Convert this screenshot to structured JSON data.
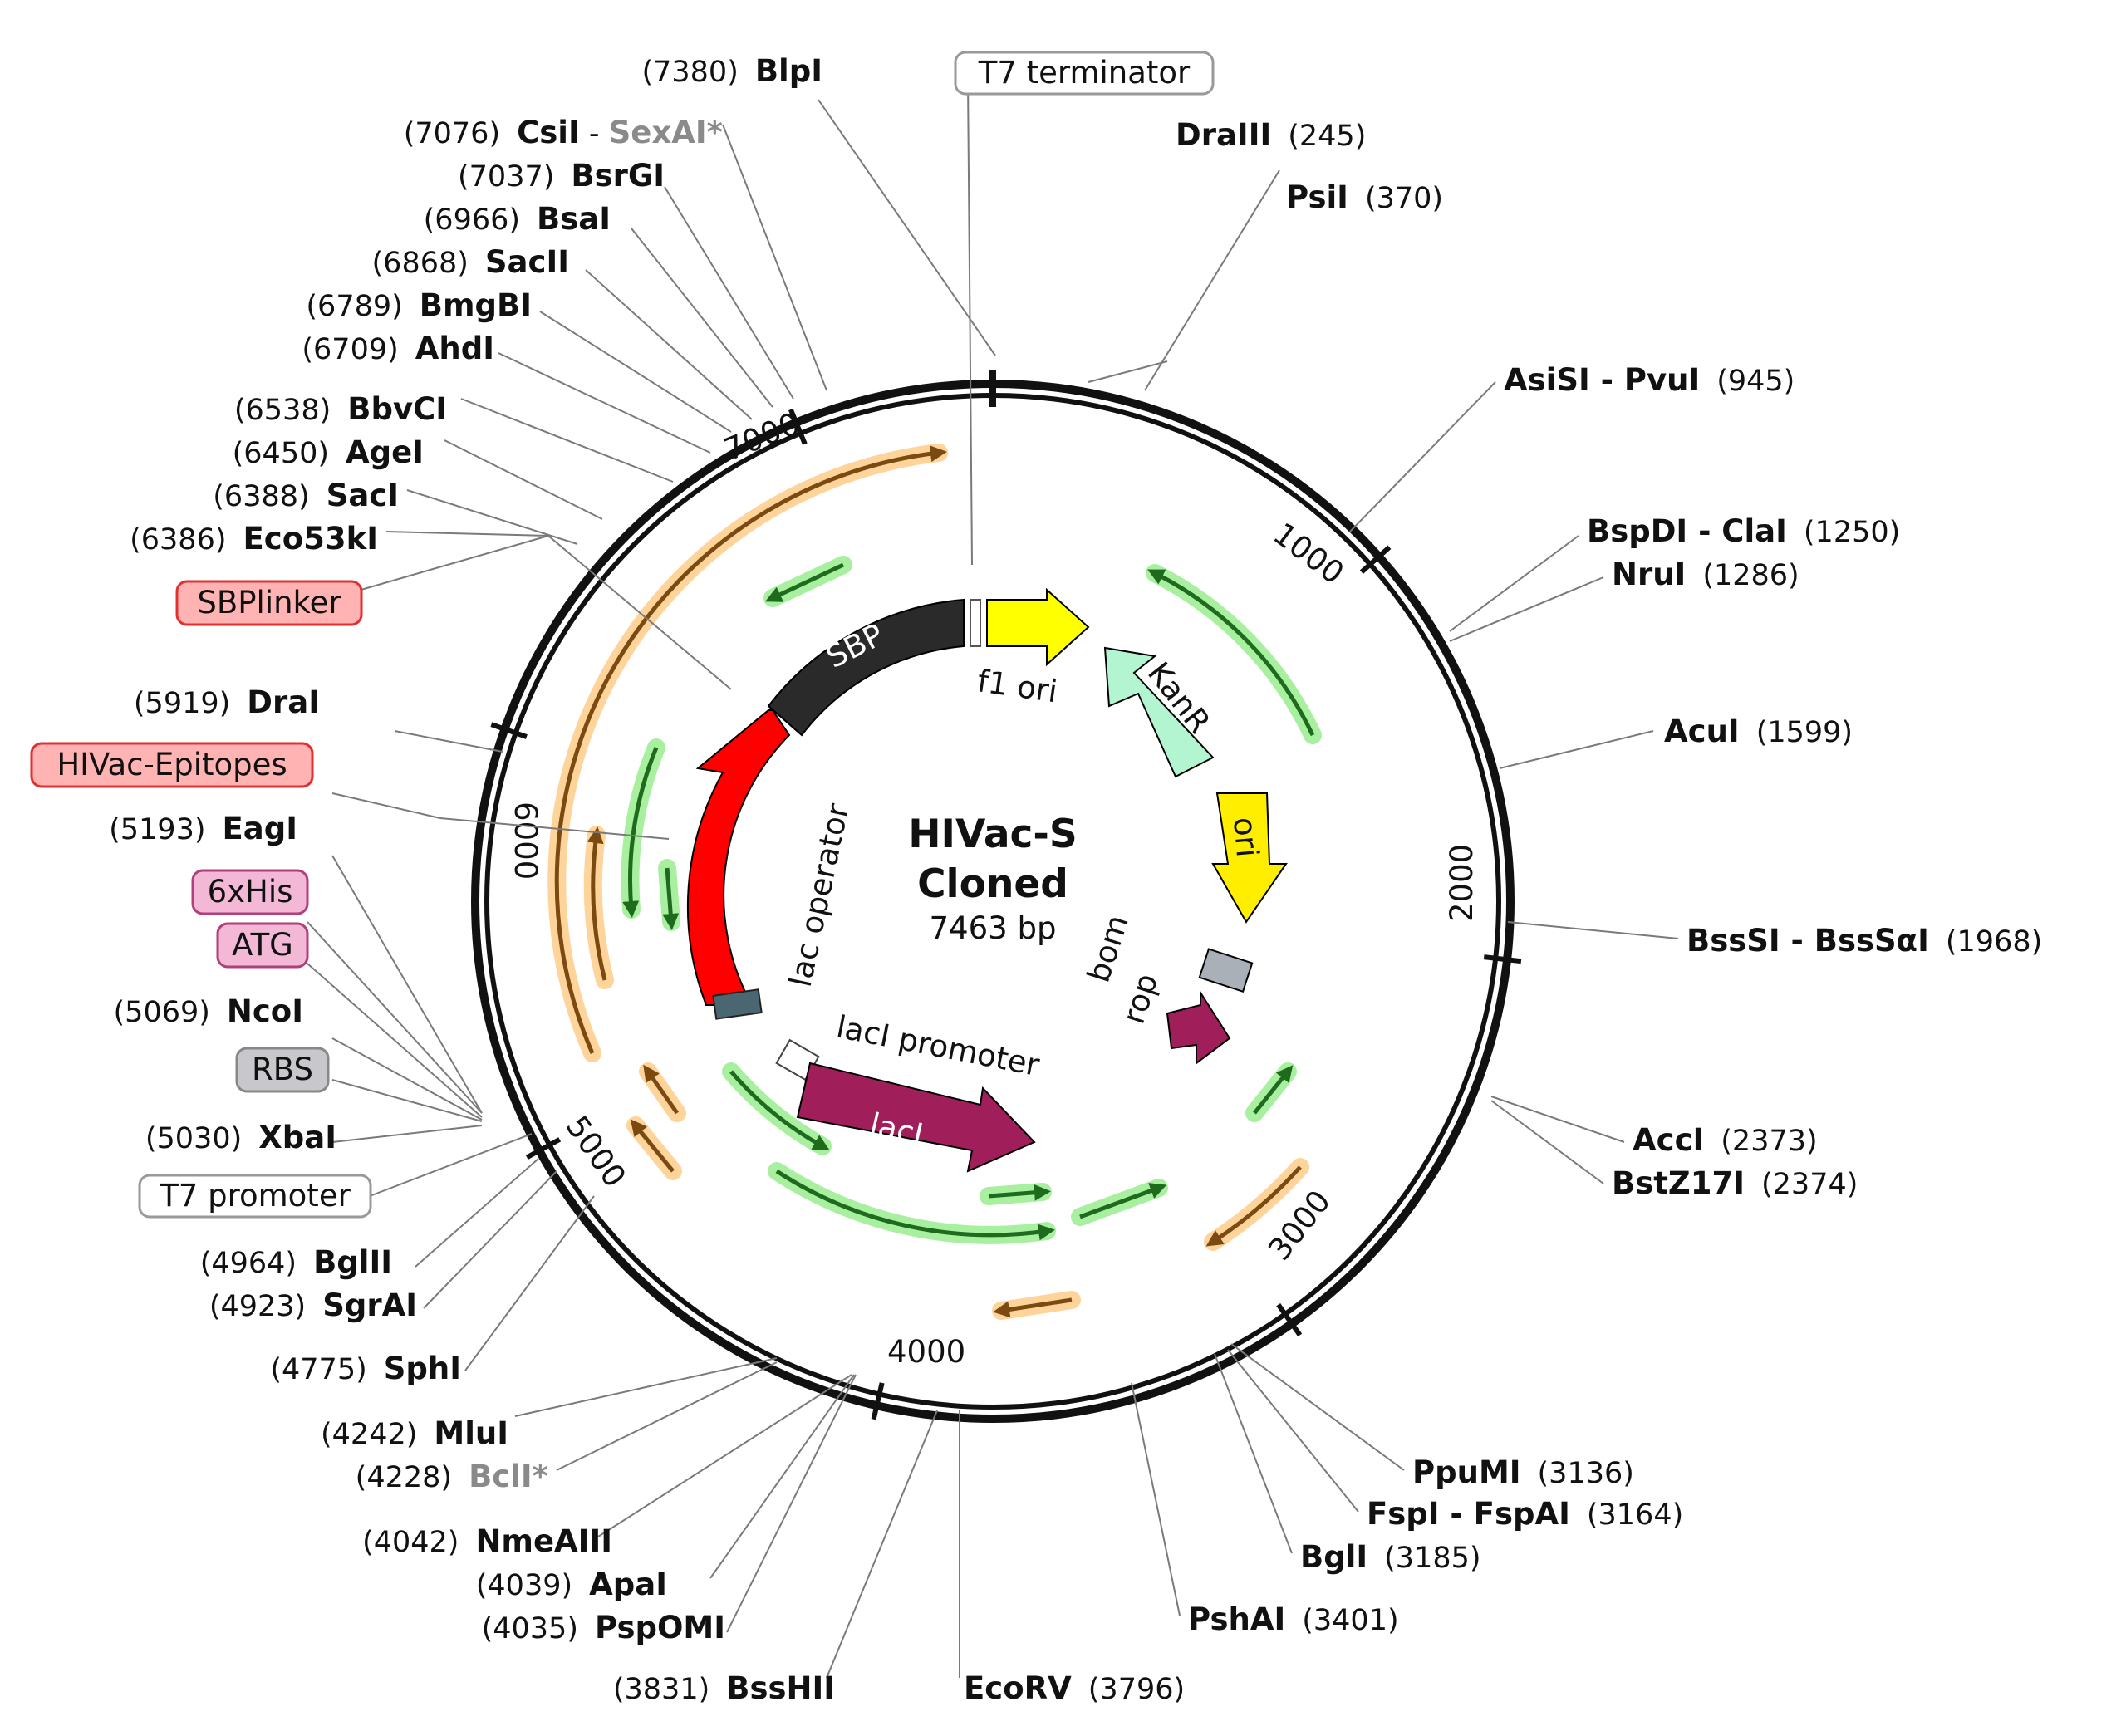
{
  "plasmid": {
    "name_line1": "HIVac-S",
    "name_line2": "Cloned",
    "size": "7463 bp",
    "total_bp": 7463
  },
  "ticks": [
    {
      "bp": 1000,
      "label": "1000"
    },
    {
      "bp": 2000,
      "label": "2000"
    },
    {
      "bp": 3000,
      "label": "3000"
    },
    {
      "bp": 4000,
      "label": "4000"
    },
    {
      "bp": 5000,
      "label": "5000"
    },
    {
      "bp": 6000,
      "label": "6000"
    },
    {
      "bp": 7000,
      "label": "7000"
    }
  ],
  "enzymes": [
    {
      "name": "BlpI",
      "position": "(7380)",
      "bp": 7380,
      "side": "left"
    },
    {
      "name": "CsiI",
      "extra": " - ",
      "name2": "SexAI*",
      "position": "(7076)",
      "bp": 7076,
      "side": "left"
    },
    {
      "name": "BsrGI",
      "position": "(7037)",
      "bp": 7037,
      "side": "left"
    },
    {
      "name": "BsaI",
      "position": "(6966)",
      "bp": 6966,
      "side": "left"
    },
    {
      "name": "SacII",
      "position": "(6868)",
      "bp": 6868,
      "side": "left"
    },
    {
      "name": "BmgBI",
      "position": "(6789)",
      "bp": 6789,
      "side": "left"
    },
    {
      "name": "AhdI",
      "position": "(6709)",
      "bp": 6709,
      "side": "left"
    },
    {
      "name": "BbvCI",
      "position": "(6538)",
      "bp": 6538,
      "side": "left"
    },
    {
      "name": "AgeI",
      "position": "(6450)",
      "bp": 6450,
      "side": "left"
    },
    {
      "name": "SacI",
      "position": "(6388)",
      "bp": 6388,
      "side": "left"
    },
    {
      "name": "Eco53kI",
      "position": "(6386)",
      "bp": 6386,
      "side": "left"
    },
    {
      "name": "DraI",
      "position": "(5919)",
      "bp": 5919,
      "side": "left"
    },
    {
      "name": "EagI",
      "position": "(5193)",
      "bp": 5193,
      "side": "left"
    },
    {
      "name": "NcoI",
      "position": "(5069)",
      "bp": 5069,
      "side": "left"
    },
    {
      "name": "XbaI",
      "position": "(5030)",
      "bp": 5030,
      "side": "left"
    },
    {
      "name": "BglII",
      "position": "(4964)",
      "bp": 4964,
      "side": "left"
    },
    {
      "name": "SgrAI",
      "position": "(4923)",
      "bp": 4923,
      "side": "left"
    },
    {
      "name": "SphI",
      "position": "(4775)",
      "bp": 4775,
      "side": "left"
    },
    {
      "name": "MluI",
      "position": "(4242)",
      "bp": 4242,
      "side": "left"
    },
    {
      "name": "BclI*",
      "position": "(4228)",
      "bp": 4228,
      "side": "left",
      "gray": true
    },
    {
      "name": "NmeAIII",
      "position": "(4042)",
      "bp": 4042,
      "side": "left"
    },
    {
      "name": "ApaI",
      "position": "(4039)",
      "bp": 4039,
      "side": "left"
    },
    {
      "name": "PspOMI",
      "position": "(4035)",
      "bp": 4035,
      "side": "left"
    },
    {
      "name": "BssHII",
      "position": "(3831)",
      "bp": 3831,
      "side": "left"
    },
    {
      "name": "DraIII",
      "position": "(245)",
      "bp": 245,
      "side": "right"
    },
    {
      "name": "PsiI",
      "position": "(370)",
      "bp": 370,
      "side": "right"
    },
    {
      "name": "AsiSI - PvuI",
      "position": "(945)",
      "bp": 945,
      "side": "right"
    },
    {
      "name": "BspDI - ClaI",
      "position": "(1250)",
      "bp": 1250,
      "side": "right"
    },
    {
      "name": "NruI",
      "position": "(1286)",
      "bp": 1286,
      "side": "right"
    },
    {
      "name": "AcuI",
      "position": "(1599)",
      "bp": 1599,
      "side": "right"
    },
    {
      "name": "BssSI - BssSαI",
      "position": "(1968)",
      "bp": 1968,
      "side": "right"
    },
    {
      "name": "AccI",
      "position": "(2373)",
      "bp": 2373,
      "side": "right"
    },
    {
      "name": "BstZ17I",
      "position": "(2374)",
      "bp": 2374,
      "side": "right"
    },
    {
      "name": "PpuMI",
      "position": "(3136)",
      "bp": 3136,
      "side": "right"
    },
    {
      "name": "FspI - FspAI",
      "position": "(3164)",
      "bp": 3164,
      "side": "right"
    },
    {
      "name": "BglI",
      "position": "(3185)",
      "bp": 3185,
      "side": "right"
    },
    {
      "name": "PshAI",
      "position": "(3401)",
      "bp": 3401,
      "side": "right"
    },
    {
      "name": "EcoRV",
      "position": "(3796)",
      "bp": 3796,
      "side": "right"
    }
  ],
  "boxed_features": [
    {
      "label": "T7 terminator",
      "color": "#ffffff",
      "border": "#999999"
    },
    {
      "label": "SBPlinker",
      "color": "#ffb3b3",
      "border": "#e03030"
    },
    {
      "label": "HIVac-Epitopes",
      "color": "#ffb3b3",
      "border": "#e03030"
    },
    {
      "label": "6xHis",
      "color": "#f2b8d6",
      "border": "#b0407a"
    },
    {
      "label": "ATG",
      "color": "#f2b8d6",
      "border": "#b0407a"
    },
    {
      "label": "RBS",
      "color": "#c8c8cc",
      "border": "#888888"
    },
    {
      "label": "T7 promoter",
      "color": "#ffffff",
      "border": "#999999"
    }
  ],
  "features": {
    "sbp": "SBP",
    "f1_ori": "f1 ori",
    "kanr": "KanR",
    "ori": "ori",
    "lac_operator": "lac operator",
    "laci_promoter": "lacI promoter",
    "laci": "lacI",
    "bom": "bom",
    "rop": "rop"
  },
  "colors": {
    "sbp": "#2a2a2a",
    "f1_ori": "#ffff00",
    "kanr": "#b3f5d0",
    "ori": "#ffee00",
    "hivac": "#ff0000",
    "laci": "#a01f5a",
    "rop": "#a01f5a",
    "bom": "#a9b0b8",
    "orf_green": "#1e6b1e",
    "orf_glow_green": "#a8f0a0",
    "orf_orange": "#7a4a10",
    "orf_glow_orange": "#ffd49a"
  }
}
